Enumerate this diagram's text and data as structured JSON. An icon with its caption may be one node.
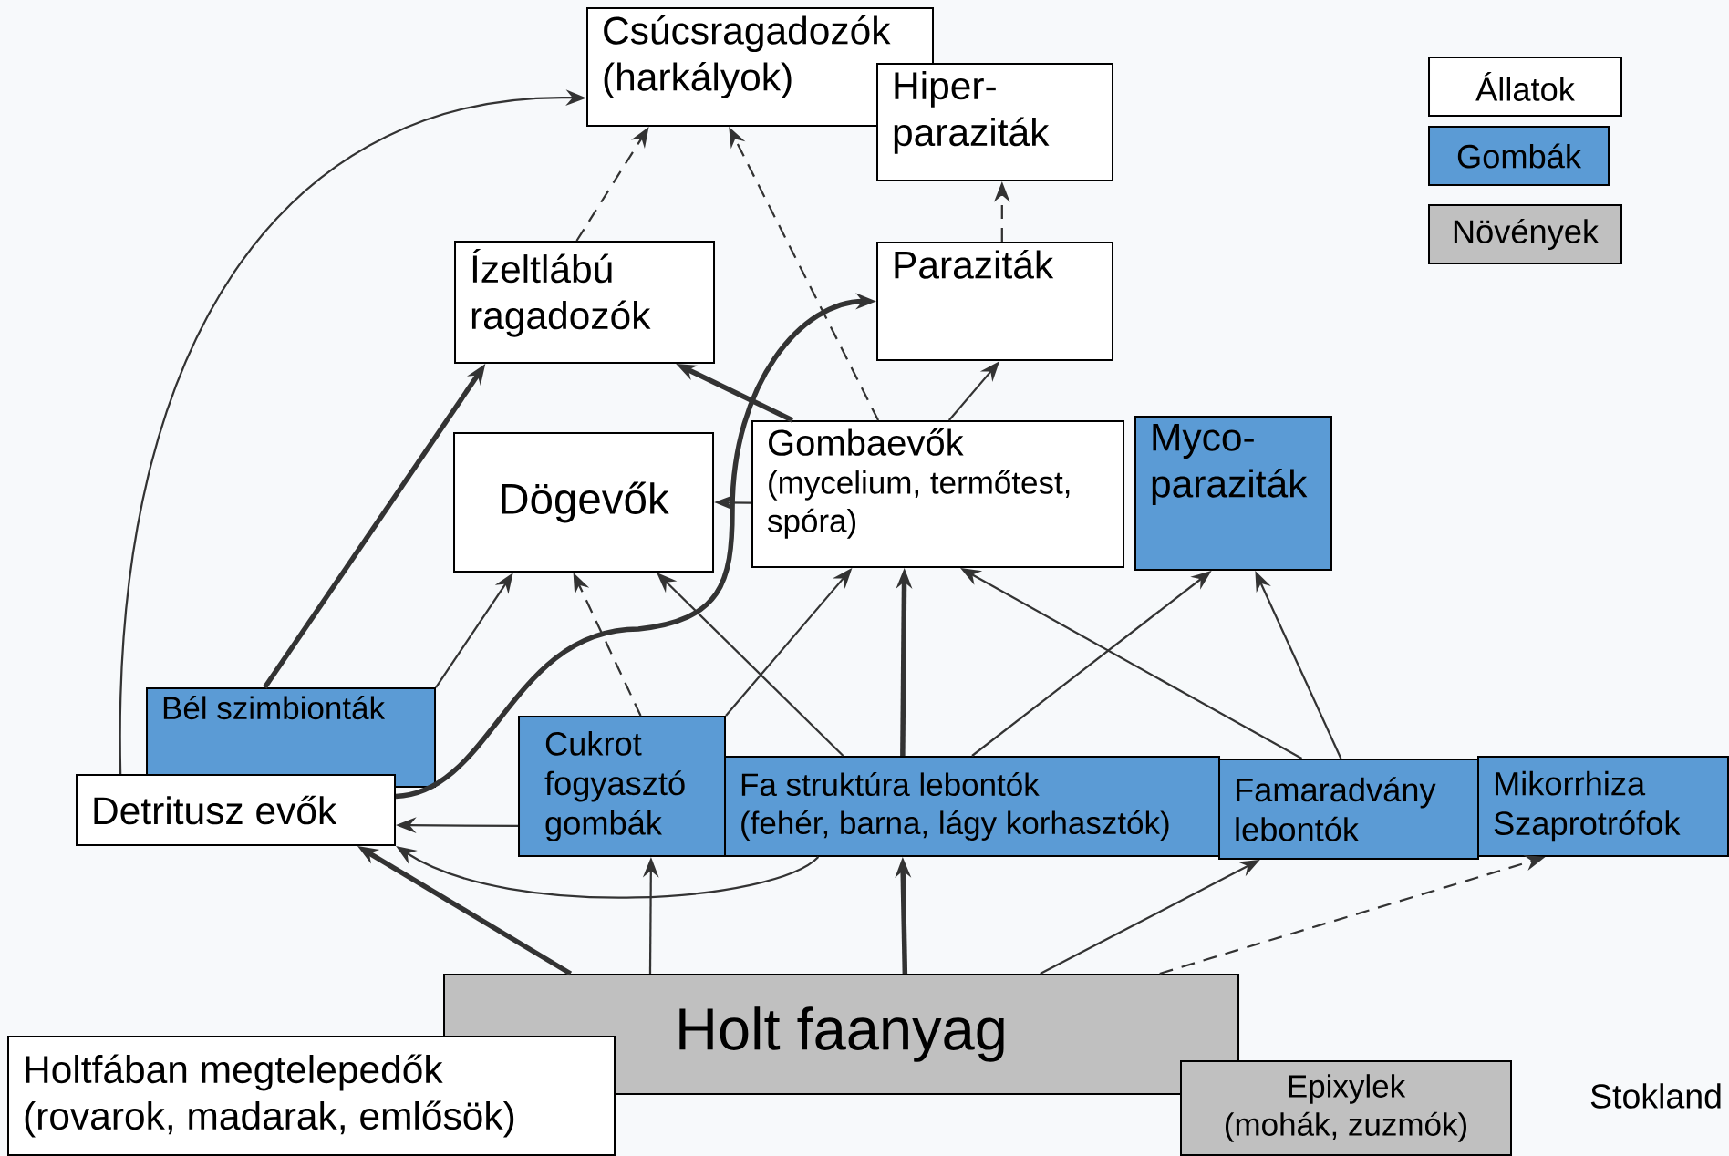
{
  "diagram": {
    "nodes": [
      {
        "text": [
          "Csúcsragadozók (harkályok)"
        ]
      },
      {
        "text": [
          "Hiper-paraziták"
        ]
      },
      {
        "text": [
          "Ízeltlábú ragadozók"
        ]
      },
      {
        "text": [
          "Paraziták"
        ]
      },
      {
        "text": [
          "Dögevők"
        ]
      },
      {
        "text": [
          "Gombaevők",
          "(mycelium, termőtest, spóra)"
        ]
      },
      {
        "text": [
          "Myco-paraziták"
        ]
      },
      {
        "text": [
          "Bél szimbionták"
        ]
      },
      {
        "text": [
          "Detritusz evők"
        ]
      },
      {
        "text": [
          "Cukrot fogyasztó gombák"
        ]
      },
      {
        "text": [
          "Fa struktúra lebontók",
          "(fehér, barna, lágy korhasztók)"
        ]
      },
      {
        "text": [
          "Famaradvány lebontók"
        ]
      },
      {
        "text": [
          "Mikorrhiza Szaprotrófok"
        ]
      },
      {
        "text": [
          "Holt faanyag"
        ]
      },
      {
        "text": [
          "Holtfában megtelepedők (rovarok, madarak, emlősök)"
        ]
      },
      {
        "text": [
          "Epixylek",
          "(mohák, zuzmók)"
        ]
      }
    ],
    "edges": [
      {
        "from": 8,
        "to": 0,
        "arrow": "to"
      },
      {
        "from": 2,
        "to": 0,
        "arrow": "to",
        "style": "dashed"
      },
      {
        "from": 5,
        "to": 0,
        "arrow": "to",
        "style": "dashed"
      },
      {
        "from": 3,
        "to": 1,
        "arrow": "to",
        "style": "dashed"
      },
      {
        "from": 5,
        "to": 2,
        "arrow": "to",
        "style": "thick"
      },
      {
        "from": 5,
        "to": 3,
        "arrow": "to"
      },
      {
        "from": 5,
        "to": 4,
        "arrow": "to"
      },
      {
        "from": 8,
        "to": 3,
        "arrow": "to",
        "style": "thick"
      },
      {
        "from": 7,
        "to": 2,
        "arrow": "to",
        "style": "thick"
      },
      {
        "from": 7,
        "to": 4,
        "arrow": "to"
      },
      {
        "from": 9,
        "to": 4,
        "arrow": "to",
        "style": "dashed"
      },
      {
        "from": 9,
        "to": 5,
        "arrow": "to"
      },
      {
        "from": 9,
        "to": 8,
        "arrow": "to"
      },
      {
        "from": 10,
        "to": 4,
        "arrow": "to"
      },
      {
        "from": 10,
        "to": 5,
        "arrow": "to",
        "style": "thick"
      },
      {
        "from": 10,
        "to": 6,
        "arrow": "to"
      },
      {
        "from": 11,
        "to": 5,
        "arrow": "to"
      },
      {
        "from": 11,
        "to": 6,
        "arrow": "to"
      },
      {
        "from": 10,
        "to": 8,
        "arrow": "to"
      },
      {
        "from": 13,
        "to": 8,
        "arrow": "to",
        "style": "thick"
      },
      {
        "from": 13,
        "to": 9,
        "arrow": "to"
      },
      {
        "from": 13,
        "to": 10,
        "arrow": "to",
        "style": "thick"
      },
      {
        "from": 13,
        "to": 11,
        "arrow": "to"
      },
      {
        "from": 13,
        "to": 12,
        "arrow": "to",
        "style": "dashed"
      }
    ],
    "labels": [
      "Stokland"
    ],
    "legend": [
      {
        "text": "Állatok",
        "color": "#ffffff"
      },
      {
        "text": "Gombák",
        "color": "#5b9bd5"
      },
      {
        "text": "Növények",
        "color": "#c0c0c0"
      }
    ]
  }
}
